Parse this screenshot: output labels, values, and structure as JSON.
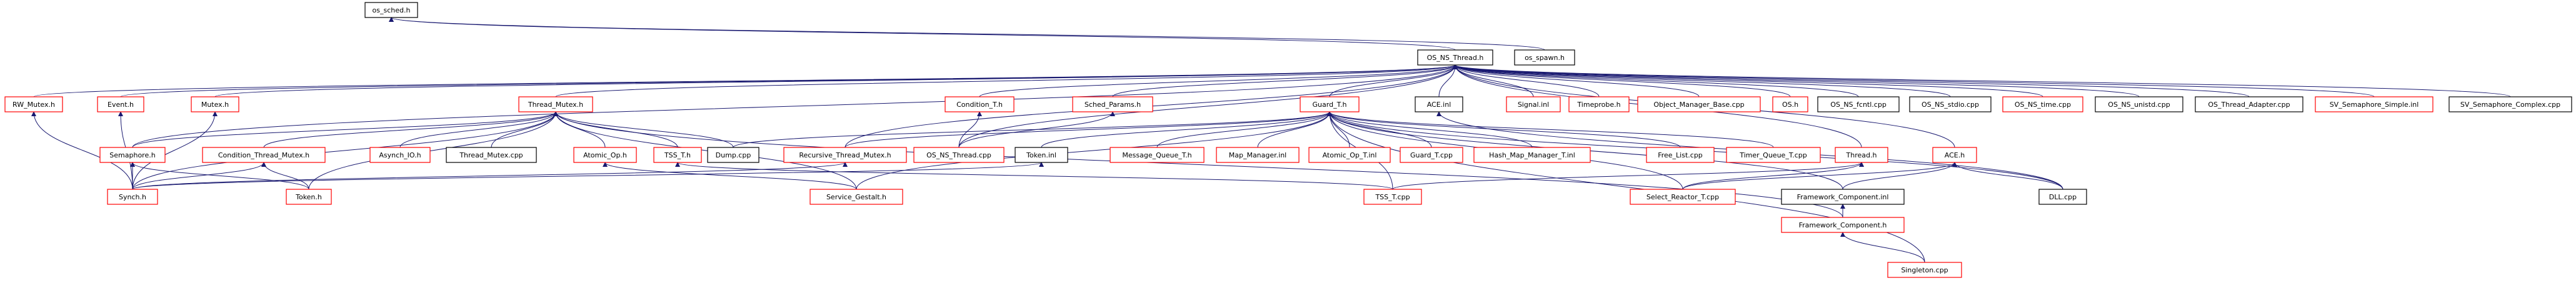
{
  "colors": {
    "edge": "#191970",
    "border_linked": "#ff0000",
    "border_plain": "#000000",
    "root_fill": "#bfbfbf"
  },
  "nodes": [
    {
      "id": "os_sched",
      "label": "os_sched.h",
      "style": "root"
    },
    {
      "id": "os_ns_thread_h",
      "label": "OS_NS_Thread.h",
      "style": "plain"
    },
    {
      "id": "os_spawn",
      "label": "os_spawn.h",
      "style": "plain"
    },
    {
      "id": "rw_mutex",
      "label": "RW_Mutex.h",
      "style": "linked"
    },
    {
      "id": "event",
      "label": "Event.h",
      "style": "linked"
    },
    {
      "id": "mutex",
      "label": "Mutex.h",
      "style": "linked"
    },
    {
      "id": "thread_mutex",
      "label": "Thread_Mutex.h",
      "style": "linked"
    },
    {
      "id": "condition_t",
      "label": "Condition_T.h",
      "style": "linked"
    },
    {
      "id": "sched_params",
      "label": "Sched_Params.h",
      "style": "linked"
    },
    {
      "id": "guard_t",
      "label": "Guard_T.h",
      "style": "linked"
    },
    {
      "id": "ace_inl",
      "label": "ACE.inl",
      "style": "plain"
    },
    {
      "id": "signal_inl",
      "label": "Signal.inl",
      "style": "linked"
    },
    {
      "id": "timeprobe",
      "label": "Timeprobe.h",
      "style": "linked"
    },
    {
      "id": "object_manager_base",
      "label": "Object_Manager_Base.cpp",
      "style": "linked"
    },
    {
      "id": "os_h",
      "label": "OS.h",
      "style": "linked"
    },
    {
      "id": "os_ns_fcntl",
      "label": "OS_NS_fcntl.cpp",
      "style": "plain"
    },
    {
      "id": "os_ns_stdio",
      "label": "OS_NS_stdio.cpp",
      "style": "plain"
    },
    {
      "id": "os_ns_time",
      "label": "OS_NS_time.cpp",
      "style": "linked"
    },
    {
      "id": "os_ns_unistd",
      "label": "OS_NS_unistd.cpp",
      "style": "plain"
    },
    {
      "id": "os_thread_adapter",
      "label": "OS_Thread_Adapter.cpp",
      "style": "plain"
    },
    {
      "id": "sv_semaphore_simple",
      "label": "SV_Semaphore_Simple.inl",
      "style": "linked"
    },
    {
      "id": "sv_semaphore_complex",
      "label": "SV_Semaphore_Complex.cpp",
      "style": "plain"
    },
    {
      "id": "semaphore",
      "label": "Semaphore.h",
      "style": "linked"
    },
    {
      "id": "condition_thread_mutex",
      "label": "Condition_Thread_Mutex.h",
      "style": "linked"
    },
    {
      "id": "asynch_io",
      "label": "Asynch_IO.h",
      "style": "linked"
    },
    {
      "id": "thread_mutex_cpp",
      "label": "Thread_Mutex.cpp",
      "style": "plain"
    },
    {
      "id": "atomic_op",
      "label": "Atomic_Op.h",
      "style": "linked"
    },
    {
      "id": "tss_t",
      "label": "TSS_T.h",
      "style": "linked"
    },
    {
      "id": "dump_cpp",
      "label": "Dump.cpp",
      "style": "plain"
    },
    {
      "id": "recursive_thread_mutex",
      "label": "Recursive_Thread_Mutex.h",
      "style": "linked"
    },
    {
      "id": "os_ns_thread_cpp",
      "label": "OS_NS_Thread.cpp",
      "style": "linked"
    },
    {
      "id": "token_inl",
      "label": "Token.inl",
      "style": "plain"
    },
    {
      "id": "message_queue_t",
      "label": "Message_Queue_T.h",
      "style": "linked"
    },
    {
      "id": "map_manager",
      "label": "Map_Manager.inl",
      "style": "linked"
    },
    {
      "id": "atomic_op_t",
      "label": "Atomic_Op_T.inl",
      "style": "linked"
    },
    {
      "id": "guard_t_cpp",
      "label": "Guard_T.cpp",
      "style": "linked"
    },
    {
      "id": "hash_map_manager",
      "label": "Hash_Map_Manager_T.inl",
      "style": "linked"
    },
    {
      "id": "free_list",
      "label": "Free_List.cpp",
      "style": "linked"
    },
    {
      "id": "timer_queue_t",
      "label": "Timer_Queue_T.cpp",
      "style": "linked"
    },
    {
      "id": "thread_h",
      "label": "Thread.h",
      "style": "linked"
    },
    {
      "id": "ace_h",
      "label": "ACE.h",
      "style": "linked"
    },
    {
      "id": "synch",
      "label": "Synch.h",
      "style": "linked"
    },
    {
      "id": "token_h",
      "label": "Token.h",
      "style": "linked"
    },
    {
      "id": "service_gestalt",
      "label": "Service_Gestalt.h",
      "style": "linked"
    },
    {
      "id": "tss_t_cpp",
      "label": "TSS_T.cpp",
      "style": "linked"
    },
    {
      "id": "select_reactor_t",
      "label": "Select_Reactor_T.cpp",
      "style": "linked"
    },
    {
      "id": "framework_component_inl",
      "label": "Framework_Component.inl",
      "style": "plain"
    },
    {
      "id": "dll_cpp",
      "label": "DLL.cpp",
      "style": "plain"
    },
    {
      "id": "framework_component_h",
      "label": "Framework_Component.h",
      "style": "linked"
    },
    {
      "id": "singleton",
      "label": "Singleton.cpp",
      "style": "linked"
    }
  ],
  "edges": [
    [
      "os_ns_thread_h",
      "os_sched"
    ],
    [
      "os_spawn",
      "os_sched"
    ],
    [
      "rw_mutex",
      "os_ns_thread_h"
    ],
    [
      "event",
      "os_ns_thread_h"
    ],
    [
      "mutex",
      "os_ns_thread_h"
    ],
    [
      "thread_mutex",
      "os_ns_thread_h"
    ],
    [
      "condition_t",
      "os_ns_thread_h"
    ],
    [
      "sched_params",
      "os_ns_thread_h"
    ],
    [
      "guard_t",
      "os_ns_thread_h"
    ],
    [
      "ace_inl",
      "os_ns_thread_h"
    ],
    [
      "signal_inl",
      "os_ns_thread_h"
    ],
    [
      "timeprobe",
      "os_ns_thread_h"
    ],
    [
      "object_manager_base",
      "os_ns_thread_h"
    ],
    [
      "os_h",
      "os_ns_thread_h"
    ],
    [
      "os_ns_fcntl",
      "os_ns_thread_h"
    ],
    [
      "os_ns_stdio",
      "os_ns_thread_h"
    ],
    [
      "os_ns_time",
      "os_ns_thread_h"
    ],
    [
      "os_ns_unistd",
      "os_ns_thread_h"
    ],
    [
      "os_thread_adapter",
      "os_ns_thread_h"
    ],
    [
      "sv_semaphore_simple",
      "os_ns_thread_h"
    ],
    [
      "sv_semaphore_complex",
      "os_ns_thread_h"
    ],
    [
      "semaphore",
      "os_ns_thread_h"
    ],
    [
      "recursive_thread_mutex",
      "os_ns_thread_h"
    ],
    [
      "os_ns_thread_cpp",
      "os_ns_thread_h"
    ],
    [
      "thread_h",
      "os_ns_thread_h"
    ],
    [
      "ace_h",
      "os_ns_thread_h"
    ],
    [
      "synch",
      "rw_mutex"
    ],
    [
      "synch",
      "event"
    ],
    [
      "synch",
      "mutex"
    ],
    [
      "semaphore",
      "thread_mutex"
    ],
    [
      "condition_thread_mutex",
      "thread_mutex"
    ],
    [
      "asynch_io",
      "thread_mutex"
    ],
    [
      "thread_mutex_cpp",
      "thread_mutex"
    ],
    [
      "atomic_op",
      "thread_mutex"
    ],
    [
      "tss_t",
      "thread_mutex"
    ],
    [
      "dump_cpp",
      "thread_mutex"
    ],
    [
      "token_h",
      "thread_mutex"
    ],
    [
      "service_gestalt",
      "thread_mutex"
    ],
    [
      "framework_component_h",
      "thread_mutex"
    ],
    [
      "synch",
      "thread_mutex"
    ],
    [
      "os_ns_thread_cpp",
      "condition_t"
    ],
    [
      "os_ns_thread_cpp",
      "sched_params"
    ],
    [
      "dump_cpp",
      "guard_t"
    ],
    [
      "recursive_thread_mutex",
      "guard_t"
    ],
    [
      "token_inl",
      "guard_t"
    ],
    [
      "message_queue_t",
      "guard_t"
    ],
    [
      "map_manager",
      "guard_t"
    ],
    [
      "atomic_op_t",
      "guard_t"
    ],
    [
      "guard_t_cpp",
      "guard_t"
    ],
    [
      "hash_map_manager",
      "guard_t"
    ],
    [
      "free_list",
      "guard_t"
    ],
    [
      "timer_queue_t",
      "guard_t"
    ],
    [
      "tss_t_cpp",
      "guard_t"
    ],
    [
      "select_reactor_t",
      "guard_t"
    ],
    [
      "framework_component_inl",
      "guard_t"
    ],
    [
      "service_gestalt",
      "guard_t"
    ],
    [
      "dll_cpp",
      "guard_t"
    ],
    [
      "singleton",
      "guard_t"
    ],
    [
      "dll_cpp",
      "ace_inl"
    ],
    [
      "synch",
      "semaphore"
    ],
    [
      "token_h",
      "semaphore"
    ],
    [
      "synch",
      "condition_thread_mutex"
    ],
    [
      "token_h",
      "condition_thread_mutex"
    ],
    [
      "service_gestalt",
      "atomic_op"
    ],
    [
      "tss_t_cpp",
      "tss_t"
    ],
    [
      "synch",
      "recursive_thread_mutex"
    ],
    [
      "synch",
      "token_inl"
    ],
    [
      "tss_t_cpp",
      "thread_h"
    ],
    [
      "select_reactor_t",
      "thread_h"
    ],
    [
      "select_reactor_t",
      "ace_h"
    ],
    [
      "dll_cpp",
      "ace_h"
    ],
    [
      "framework_component_inl",
      "ace_h"
    ],
    [
      "framework_component_h",
      "framework_component_inl"
    ],
    [
      "singleton",
      "framework_component_h"
    ]
  ]
}
